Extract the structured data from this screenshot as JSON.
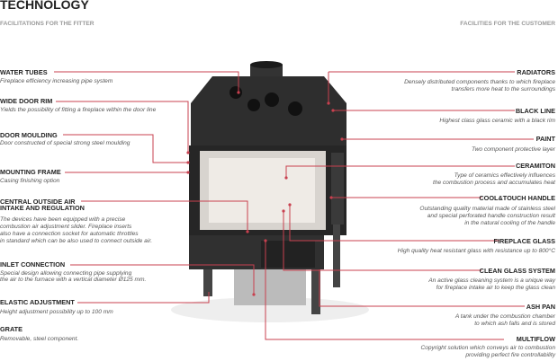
{
  "title": "TECHNOLOGY",
  "left_heading": "FACILITATIONS FOR THE FITTER",
  "right_heading": "FACILITIES FOR THE CUSTOMER",
  "left": [
    {
      "title": "WATER TUBES",
      "desc": "Fireplace efficiency increasing pipe system"
    },
    {
      "title": "WIDE DOOR RIM",
      "desc": "Yields the possibility of fitting a fireplace within the door line"
    },
    {
      "title": "DOOR MOULDING",
      "desc": "Door constructed of special strong steel moulding"
    },
    {
      "title": "MOUNTING FRAME",
      "desc": "Casing finishing option"
    },
    {
      "title_1": "CENTRAL OUTSIDE AIR",
      "title_2": "INTAKE AND REGULATION",
      "desc_1": "The devices have been equipped with a precise",
      "desc_2": "combustion air adjustment slider. Fireplace inserts",
      "desc_3": "also have a connection socket for automatic throttles",
      "desc_4": "in standard which can be also used to connect outside air."
    },
    {
      "title": "INLET CONNECTION",
      "desc_1": "Special design allowing connecting pipe supplying",
      "desc_2": "the air to the furnace with a vertical diameter Ø125 mm."
    },
    {
      "title": "ELASTIC ADJUSTMENT",
      "desc": "Height adjustment possibility up to 100 mm"
    },
    {
      "title": "GRATE",
      "desc": "Removable, steel component."
    }
  ],
  "right": [
    {
      "title": "RADIATORS",
      "desc_1": "Densely distributed components thanks to which fireplace",
      "desc_2": "transfers more heat to the surroundings"
    },
    {
      "title": "BLACK LINE",
      "desc": "Highest class glass ceramic with a black rim"
    },
    {
      "title": "PAINT",
      "desc": "Two component protective layer"
    },
    {
      "title": "CERAMITON",
      "desc_1": "Type of ceramics effectively influences",
      "desc_2": "the combustion process and accumulates heat"
    },
    {
      "title": "COOL&TOUCH HANDLE",
      "desc_1": "Outstanding quality material made of stainless steel",
      "desc_2": "and special perforated handle construction result",
      "desc_3": "in the natural cooling of the handle"
    },
    {
      "title": "FIREPLACE GLASS",
      "desc": "High quality heat resistant glass with resistance up to 800°C"
    },
    {
      "title": "CLEAN GLASS SYSTEM",
      "desc_1": "An active glass cleaning system is a unique way",
      "desc_2": "for fireplace intake air to keep the glass clean"
    },
    {
      "title": "ASH PAN",
      "desc_1": "A tank under the combustion chamber",
      "desc_2": "to which ash falls and is stored"
    },
    {
      "title": "MULTIFLOW",
      "desc_1": "Copyright solution which conveys air to combustion",
      "desc_2": "providing perfect fire controllability"
    }
  ],
  "colors": {
    "accent": "#c8404f",
    "body": "#2a2a2a"
  }
}
